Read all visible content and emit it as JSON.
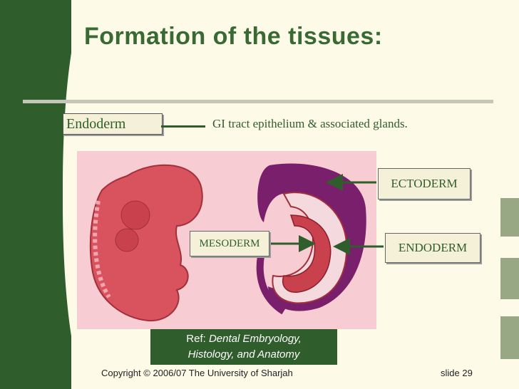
{
  "slide": {
    "title": "Formation of the tissues:",
    "endoderm_box": "Endoderm",
    "description": "GI tract epithelium & associated glands.",
    "labels": {
      "ectoderm": "ECTODERM",
      "mesoderm": "MESODERM",
      "endoderm": "ENDODERM"
    },
    "reference": {
      "prefix": "Ref: ",
      "title_line1": "Dental Embryology,",
      "title_line2": "Histology, and Anatomy"
    },
    "footer": {
      "copyright": "Copyright © 2006/07 The University of Sharjah",
      "slide_number": "slide 29"
    }
  },
  "colors": {
    "green": "#2f5d2b",
    "cream": "#fdfbe8",
    "pink": "#f7ccd2",
    "embryo_red": "#d9535f",
    "ectoderm_purple": "#7a1f6b",
    "sage_tab": "#99a884"
  }
}
